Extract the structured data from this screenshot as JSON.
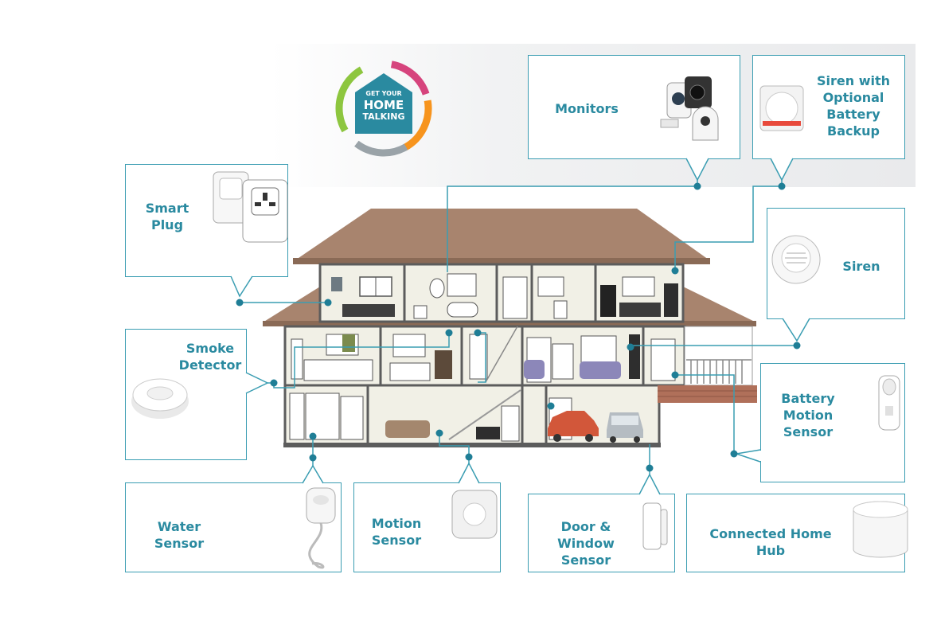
{
  "logo": {
    "line1": "GET YOUR",
    "line2": "HOME",
    "line3": "TALKING"
  },
  "devices": {
    "monitors": {
      "label": "Monitors"
    },
    "siren_backup": {
      "line1": "Siren with",
      "line2": "Optional",
      "line3": "Battery",
      "line4": "Backup"
    },
    "smart_plug": {
      "line1": "Smart",
      "line2": "Plug"
    },
    "siren": {
      "label": "Siren"
    },
    "smoke_detector": {
      "line1": "Smoke",
      "line2": "Detector"
    },
    "battery_motion": {
      "line1": "Battery",
      "line2": "Motion",
      "line3": "Sensor"
    },
    "water_sensor": {
      "label": "Water Sensor"
    },
    "motion_sensor": {
      "line1": "Motion",
      "line2": "Sensor"
    },
    "door_window": {
      "line1": "Door & Window",
      "line2": "Sensor"
    },
    "hub": {
      "label": "Connected Home Hub"
    }
  },
  "colors": {
    "accent": "#3a9db2",
    "label": "#2a8aa0",
    "roof": "#a8846e",
    "floor": "#5c5c5c"
  }
}
